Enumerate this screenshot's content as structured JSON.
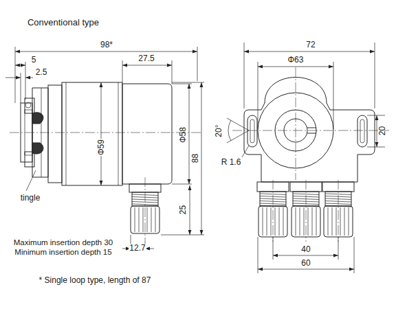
{
  "diagram": {
    "title": "Conventional type",
    "labels": [
      "98*",
      "5",
      "2.5",
      "27.5",
      "Φ59",
      "Φ58",
      "88",
      "25",
      "tingle",
      "Maximum insertion depth 30",
      "Minimum insertion depth 15",
      "12.7",
      "72",
      "Φ63",
      "20°",
      "20",
      "R 1.6",
      "40",
      "60",
      "* Single loop type, length of 87"
    ]
  }
}
